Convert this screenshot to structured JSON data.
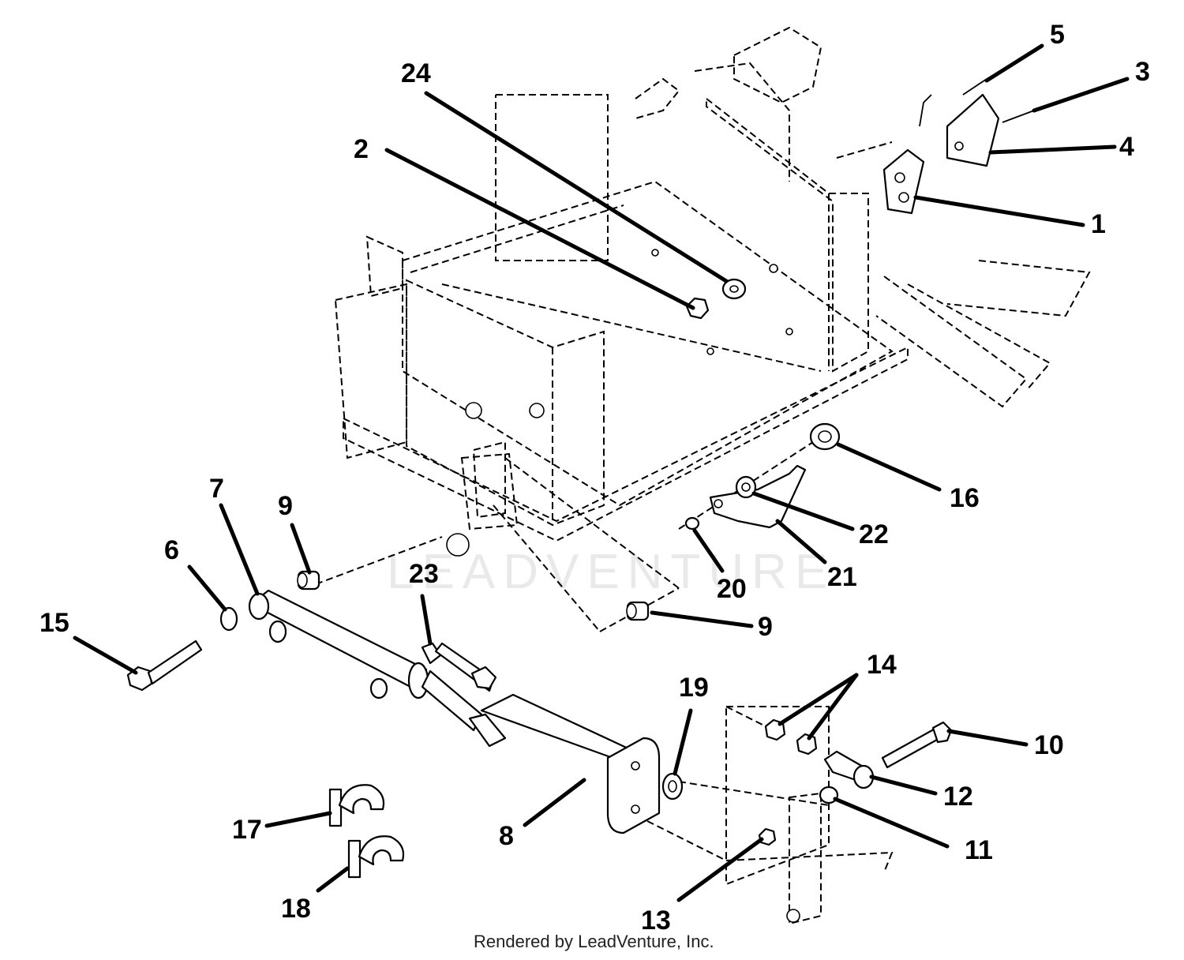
{
  "watermark": "LEADVENTURE",
  "credit": "Rendered by LeadVenture, Inc.",
  "callouts": [
    {
      "id": "1",
      "label": "1"
    },
    {
      "id": "2",
      "label": "2"
    },
    {
      "id": "3",
      "label": "3"
    },
    {
      "id": "4",
      "label": "4"
    },
    {
      "id": "5",
      "label": "5"
    },
    {
      "id": "6",
      "label": "6"
    },
    {
      "id": "7",
      "label": "7"
    },
    {
      "id": "8",
      "label": "8"
    },
    {
      "id": "9a",
      "label": "9"
    },
    {
      "id": "9b",
      "label": "9"
    },
    {
      "id": "10",
      "label": "10"
    },
    {
      "id": "11",
      "label": "11"
    },
    {
      "id": "12",
      "label": "12"
    },
    {
      "id": "13",
      "label": "13"
    },
    {
      "id": "14",
      "label": "14"
    },
    {
      "id": "15",
      "label": "15"
    },
    {
      "id": "16",
      "label": "16"
    },
    {
      "id": "17",
      "label": "17"
    },
    {
      "id": "18",
      "label": "18"
    },
    {
      "id": "19",
      "label": "19"
    },
    {
      "id": "20",
      "label": "20"
    },
    {
      "id": "21",
      "label": "21"
    },
    {
      "id": "22",
      "label": "22"
    },
    {
      "id": "23",
      "label": "23"
    },
    {
      "id": "24",
      "label": "24"
    }
  ]
}
